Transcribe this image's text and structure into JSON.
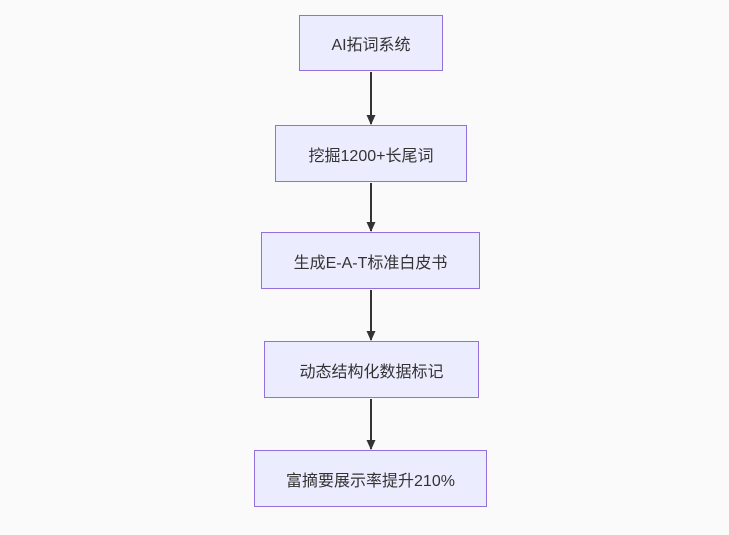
{
  "diagram": {
    "type": "flowchart",
    "direction": "top-down",
    "nodes": [
      {
        "id": "n1",
        "label": "AI拓词系统"
      },
      {
        "id": "n2",
        "label": "挖掘1200+长尾词"
      },
      {
        "id": "n3",
        "label": "生成E-A-T标准白皮书"
      },
      {
        "id": "n4",
        "label": "动态结构化数据标记"
      },
      {
        "id": "n5",
        "label": "富摘要展示率提升210%"
      }
    ],
    "edges": [
      {
        "from": "n1",
        "to": "n2"
      },
      {
        "from": "n2",
        "to": "n3"
      },
      {
        "from": "n3",
        "to": "n4"
      },
      {
        "from": "n4",
        "to": "n5"
      }
    ],
    "colors": {
      "background": "#fafafa",
      "node_fill": "#ececff",
      "node_border": "#9370db",
      "text": "#333333",
      "arrow": "#333333"
    }
  }
}
